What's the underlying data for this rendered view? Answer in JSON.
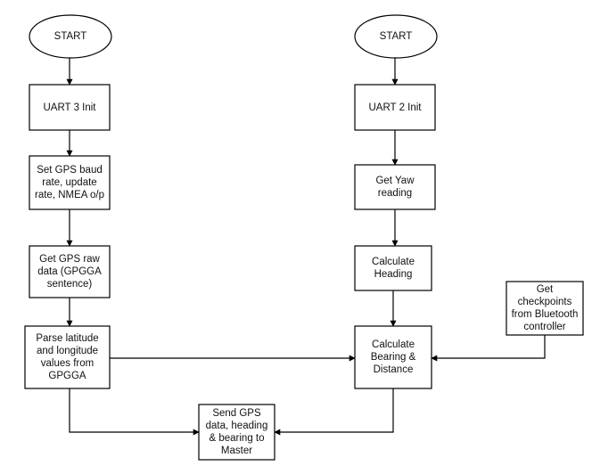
{
  "nodes": {
    "start_left": {
      "label": "START"
    },
    "start_right": {
      "label": "START"
    },
    "uart3_init": {
      "label": "UART 3 Init"
    },
    "uart2_init": {
      "label": "UART 2 Init"
    },
    "set_gps": {
      "label": "Set GPS baud\nrate, update\nrate, NMEA o/p"
    },
    "get_yaw": {
      "label": "Get Yaw\nreading"
    },
    "get_gps_raw": {
      "label": "Get GPS raw\ndata (GPGGA\nsentence)"
    },
    "calc_heading": {
      "label": "Calculate\nHeading"
    },
    "get_checkpoints": {
      "label": "Get\ncheckpoints\nfrom Bluetooth\ncontroller"
    },
    "parse_lat_long": {
      "label": "Parse latitude\nand longitude\nvalues from\nGPGGA"
    },
    "calc_bearing": {
      "label": "Calculate\nBearing &\nDistance"
    },
    "send_gps": {
      "label": "Send GPS\ndata, heading\n& bearing to\nMaster"
    }
  },
  "edges": [
    {
      "from": "start_left",
      "to": "uart3_init"
    },
    {
      "from": "uart3_init",
      "to": "set_gps"
    },
    {
      "from": "set_gps",
      "to": "get_gps_raw"
    },
    {
      "from": "get_gps_raw",
      "to": "parse_lat_long"
    },
    {
      "from": "parse_lat_long",
      "to": "calc_bearing"
    },
    {
      "from": "parse_lat_long",
      "to": "send_gps"
    },
    {
      "from": "start_right",
      "to": "uart2_init"
    },
    {
      "from": "uart2_init",
      "to": "get_yaw"
    },
    {
      "from": "get_yaw",
      "to": "calc_heading"
    },
    {
      "from": "calc_heading",
      "to": "calc_bearing"
    },
    {
      "from": "get_checkpoints",
      "to": "calc_bearing"
    },
    {
      "from": "calc_bearing",
      "to": "send_gps"
    }
  ]
}
